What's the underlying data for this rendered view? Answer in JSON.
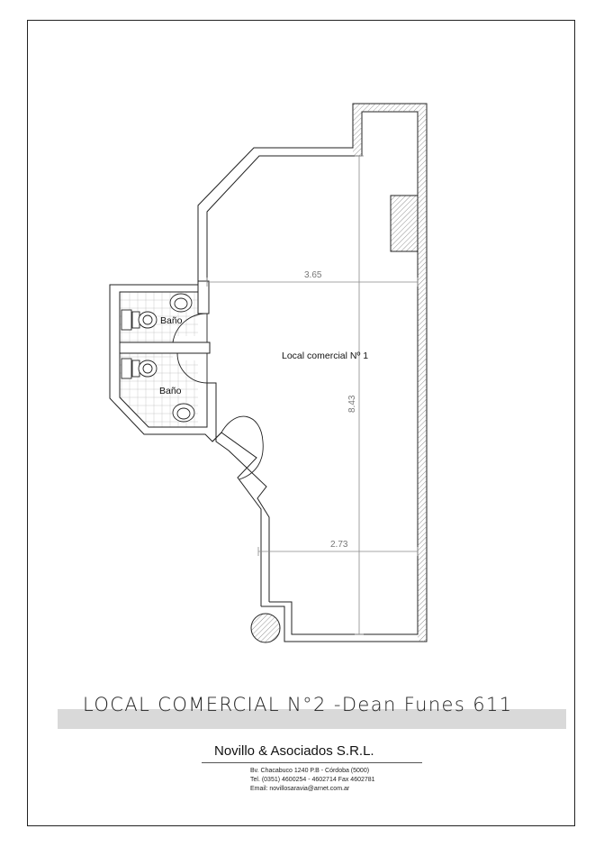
{
  "plan": {
    "room_label": "Local comercial Nº 1",
    "bathroom_label_1": "Baño",
    "bathroom_label_2": "Baño",
    "dimensions": {
      "top_width": "3.65",
      "bottom_width": "2.73",
      "height": "8.43"
    }
  },
  "title": "LOCAL COMERCIAL N°2 -Dean Funes 611",
  "company": {
    "name": "Novillo & Asociados S.R.L.",
    "address": "Bv. Chacabuco 1240 P.B - Córdoba (5000)",
    "phone": "Tel. (0351) 4600254 - 4602714 Fax 4602781",
    "email": "Email: novillosaravia@arnet.com.ar"
  },
  "colors": {
    "wall": "#222222",
    "hatch": "#888888",
    "dimension": "#8a8a8a",
    "title_band": "#d9d9d9"
  }
}
